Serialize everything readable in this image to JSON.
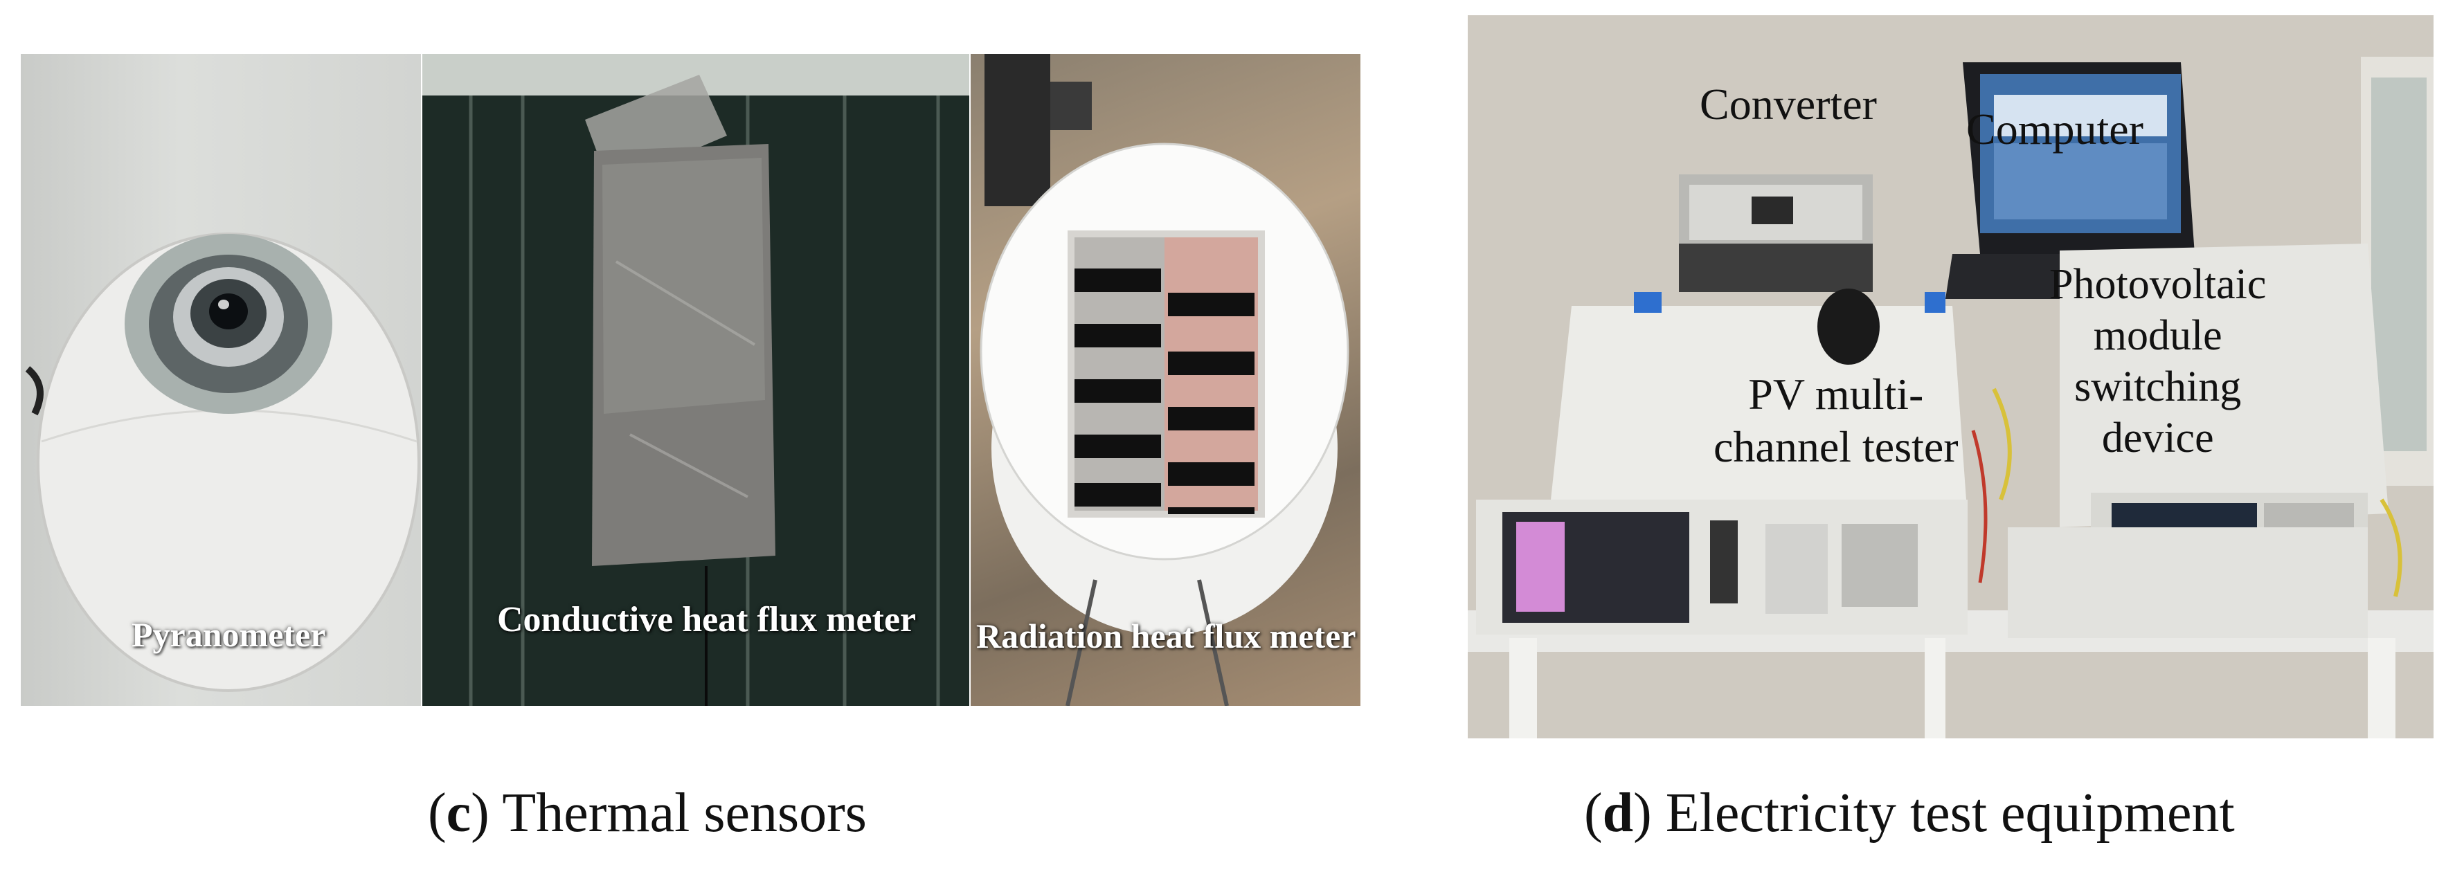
{
  "panel_c": {
    "labels": {
      "pyranometer": "Pyranometer",
      "conductive": "Conductive heat flux meter",
      "radiation": "Radiation heat flux meter"
    },
    "caption": {
      "open": "(",
      "tag": "c",
      "close": ")",
      "text": " Thermal sensors"
    }
  },
  "panel_d": {
    "labels": {
      "converter": "Converter",
      "computer": "Computer",
      "pv_tester_line1": "PV multi-",
      "pv_tester_line2": "channel tester",
      "switching_line1": "Photovoltaic",
      "switching_line2": "module",
      "switching_line3": "switching",
      "switching_line4": "device"
    },
    "caption": {
      "open": "(",
      "tag": "d",
      "close": ")",
      "text": " Electricity test equipment"
    }
  }
}
